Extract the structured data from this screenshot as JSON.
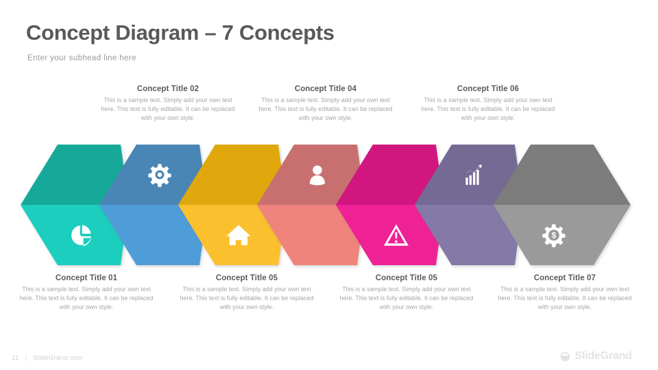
{
  "header": {
    "title": "Concept Diagram – 7 Concepts",
    "subhead": "Enter your subhead line here"
  },
  "body_text": "This is a sample text. Simply add your own text here. This text is fully editable. It can be replaced with your own style.",
  "concepts": [
    {
      "index": 1,
      "title": "Concept Title 01",
      "body": "This is a sample text. Simply add your own text here. This text is fully editable. It can be replaced with your own style.",
      "icon": "pie-chart-icon",
      "position": "bottom",
      "icon_half": "lower",
      "colors": {
        "top": "#13a99a",
        "bottom": "#1bcebd",
        "side": "#49d8c8"
      }
    },
    {
      "index": 2,
      "title": "Concept Title 02",
      "body": "This is a sample text. Simply add your own text here. This text is fully editable. It can be replaced with your own style.",
      "icon": "gear-icon",
      "position": "top",
      "icon_half": "upper",
      "colors": {
        "top": "#4a86b6",
        "bottom": "#4f9dd8",
        "side": "#7cb8e2"
      }
    },
    {
      "index": 3,
      "title": "Concept Title 05",
      "body": "This is a sample text. Simply add your own text here. This text is fully editable. It can be replaced with your own style.",
      "icon": "home-icon",
      "position": "bottom",
      "icon_half": "lower",
      "colors": {
        "top": "#e0a810",
        "bottom": "#fbc02d",
        "side": "#fdd05a"
      }
    },
    {
      "index": 4,
      "title": "Concept Title 04",
      "body": "This is a sample text. Simply add your own text here. This text is fully editable. It can be replaced with your own style.",
      "icon": "user-icon",
      "position": "top",
      "icon_half": "upper",
      "colors": {
        "top": "#c8706f",
        "bottom": "#f0847b",
        "side": "#f3a49c"
      }
    },
    {
      "index": 5,
      "title": "Concept Title 05",
      "body": "This is a sample text. Simply add your own text here. This text is fully editable. It can be replaced with your own style.",
      "icon": "warning-icon",
      "position": "bottom",
      "icon_half": "lower",
      "colors": {
        "top": "#d1137f",
        "bottom": "#ef2395",
        "side": "#f4509f"
      }
    },
    {
      "index": 6,
      "title": "Concept Title 06",
      "body": "This is a sample text. Simply add your own text here. This text is fully editable. It can be replaced with your own style.",
      "icon": "bar-chart-icon",
      "position": "top",
      "icon_half": "upper",
      "colors": {
        "top": "#756b94",
        "bottom": "#8579a8",
        "side": "#9f96bd"
      }
    },
    {
      "index": 7,
      "title": "Concept Title 07",
      "body": "This is a sample text. Simply add your own text here. This text is fully editable. It can be replaced with your own style.",
      "icon": "gear-dollar-icon",
      "position": "bottom",
      "icon_half": "lower",
      "colors": {
        "top": "#7c7c7c",
        "bottom": "#9a9a9a",
        "side": "#b4b4b4"
      }
    }
  ],
  "footer": {
    "page_number": "11",
    "separator": "|",
    "site": "SlideGrand.com",
    "logo_text": "SlideGrand",
    "logo_icon": "slidegrand-sphere-icon"
  },
  "theme": {
    "title_color": "#58595b",
    "subhead_color": "#9a9a9e",
    "body_color": "#a7a7ac",
    "footer_color": "#cfcfd2",
    "background": "#ffffff"
  }
}
